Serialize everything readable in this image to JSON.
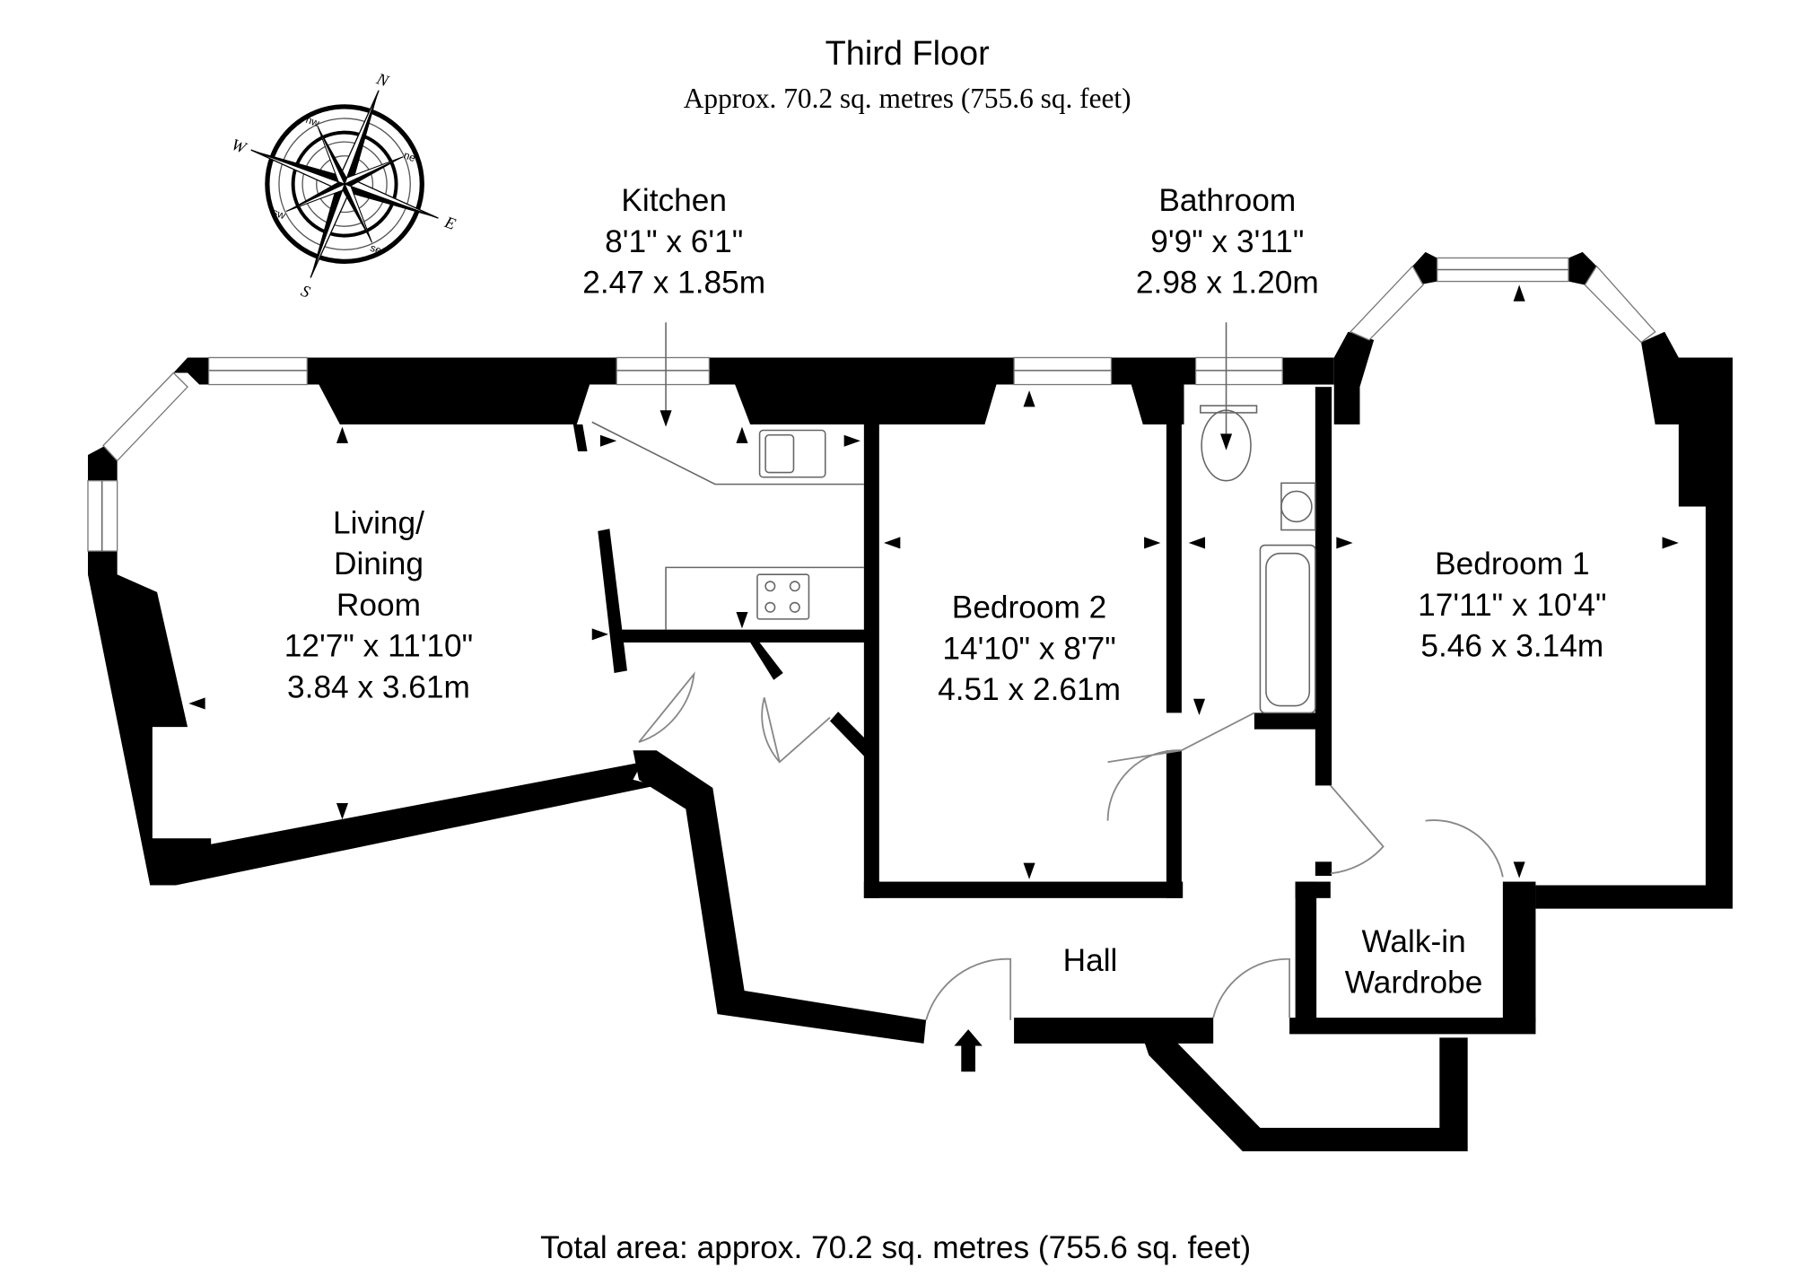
{
  "header": {
    "title": "Third Floor",
    "subtitle": "Approx. 70.2 sq. metres (755.6 sq. feet)"
  },
  "compass": {
    "cardinals": [
      "N",
      "E",
      "S",
      "W"
    ],
    "intercardinals": [
      "ne",
      "se",
      "sw",
      "nw"
    ]
  },
  "rooms": {
    "kitchen": {
      "name": "Kitchen",
      "imperial": "8'1\" x 6'1\"",
      "metric": "2.47 x 1.85m"
    },
    "bathroom": {
      "name": "Bathroom",
      "imperial": "9'9\" x 3'11\"",
      "metric": "2.98 x 1.20m"
    },
    "living": {
      "name_line1": "Living/",
      "name_line2": "Dining",
      "name_line3": "Room",
      "imperial": "12'7\" x 11'10\"",
      "metric": "3.84 x 3.61m"
    },
    "bedroom2": {
      "name": "Bedroom 2",
      "imperial": "14'10\" x 8'7\"",
      "metric": "4.51 x 2.61m"
    },
    "bedroom1": {
      "name": "Bedroom 1",
      "imperial": "17'11\" x 10'4\"",
      "metric": "5.46 x 3.14m"
    },
    "hall": {
      "name": "Hall"
    },
    "wardrobe": {
      "name_line1": "Walk-in",
      "name_line2": "Wardrobe"
    }
  },
  "footer": {
    "total_area": "Total area: approx. 70.2 sq. metres (755.6 sq. feet)"
  }
}
